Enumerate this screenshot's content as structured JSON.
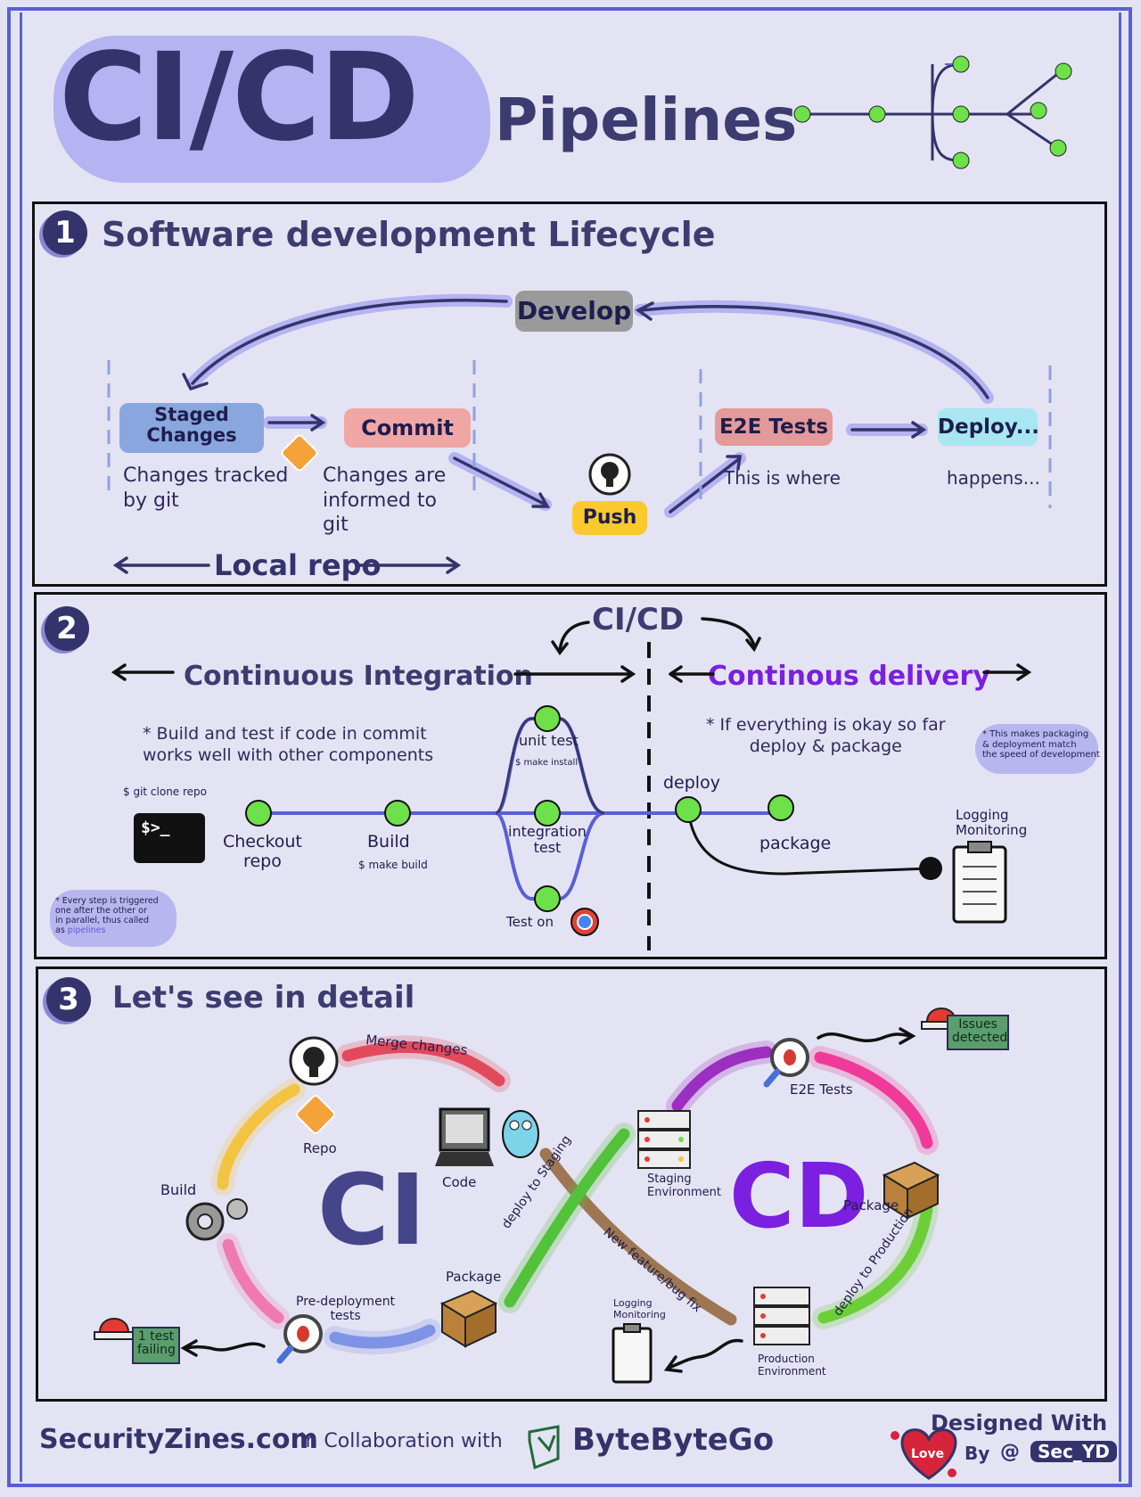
{
  "header": {
    "title": "CI/CD",
    "subtitle": "Pipelines"
  },
  "section1": {
    "number": "1",
    "title": "Software development Lifecycle",
    "develop": "Develop",
    "staged": "Staged\nChanges",
    "commit": "Commit",
    "push": "Push",
    "e2e": "E2E Tests",
    "deploy": "Deploy...",
    "staged_note": "Changes tracked\nby git",
    "commit_note": "Changes are\ninformed to\ngit",
    "e2e_note": "This is where",
    "deploy_note": "happens...",
    "local_repo": "Local repo"
  },
  "section2": {
    "number": "2",
    "cicd_label": "CI/CD",
    "ci_label": "Continuous Integration",
    "cd_label": "Continous delivery",
    "ci_note": "* Build and test if code in commit\nworks well with other components",
    "cd_note": "* If everything is okay so far\ndeploy & package",
    "cd_side_note": "* This makes packaging\n& deployment match\nthe speed of development",
    "git_clone": "$ git clone repo",
    "terminal_prompt": "$>_",
    "checkout": "Checkout\nrepo",
    "build": "Build",
    "build_cmd": "$ make build",
    "unit_test": "unit test",
    "unit_cmd": "$ make install",
    "integration_test": "integration\ntest",
    "test_on": "Test on",
    "deploy": "deploy",
    "package": "package",
    "logging": "Logging\nMonitoring",
    "step_note": "* Every step is triggered\none after the other or\nin parallel, thus called\nas ",
    "step_note_link": "pipelines"
  },
  "section3": {
    "number": "3",
    "title": "Let's see in detail",
    "merge_changes": "Merge changes",
    "repo": "Repo",
    "code": "Code",
    "build": "Build",
    "ci": "CI",
    "cd": "CD",
    "predeploy": "Pre-deployment\ntests",
    "package_ci": "Package",
    "test_failing": "1 test\nfailing",
    "deploy_staging": "deploy to Staging",
    "new_feature": "New feature/bug fix",
    "staging_env": "Staging\nEnvironment",
    "e2e_tests": "E2E Tests",
    "issues": "Issues\ndetected",
    "package_cd": "Package",
    "deploy_prod": "deploy to Production",
    "production_env": "Production\nEnvironment",
    "logging": "Logging\nMonitoring"
  },
  "footer": {
    "brand": "SecurityZines.com",
    "collab": "In Collaboration with",
    "partner": "ByteByteGo",
    "designed": "Designed With",
    "love": "Love",
    "by": "By",
    "at": "@",
    "handle": "Sec_YD"
  },
  "colors": {
    "background": "#e4e3f3",
    "frame": "#5a5fd6",
    "ink": "#34336b",
    "accent_lavender": "#b5b3f1",
    "check_green": "#6ee04a",
    "cd_purple": "#7b1fe0"
  }
}
